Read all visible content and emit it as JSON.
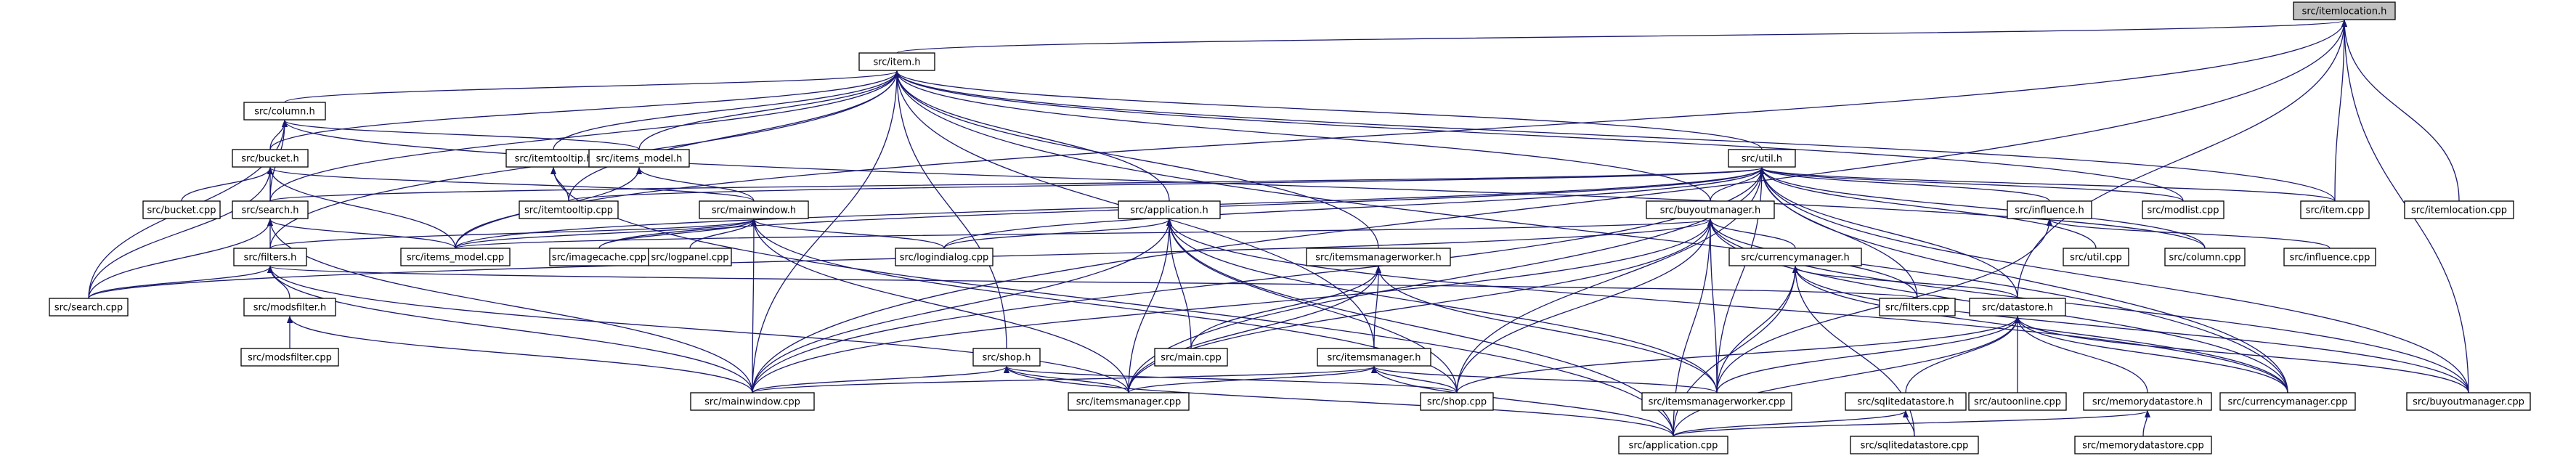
{
  "diagram": {
    "title": "",
    "colors": {
      "node_border": "#000000",
      "node_fill": "#ffffff",
      "root_fill": "#bfbfbf",
      "edge": "#191970"
    },
    "nodes": [
      {
        "id": "itemlocation_h",
        "label": "src/itemlocation.h",
        "root": true
      },
      {
        "id": "item_h",
        "label": "src/item.h"
      },
      {
        "id": "column_h",
        "label": "src/column.h"
      },
      {
        "id": "bucket_h",
        "label": "src/bucket.h"
      },
      {
        "id": "bucket_cpp",
        "label": "src/bucket.cpp"
      },
      {
        "id": "search_h",
        "label": "src/search.h"
      },
      {
        "id": "filters_h",
        "label": "src/filters.h"
      },
      {
        "id": "search_cpp",
        "label": "src/search.cpp"
      },
      {
        "id": "modsfilter_h",
        "label": "src/modsfilter.h"
      },
      {
        "id": "modsfilter_cpp",
        "label": "src/modsfilter.cpp"
      },
      {
        "id": "itemtooltip_h",
        "label": "src/itemtooltip.h"
      },
      {
        "id": "items_model_h",
        "label": "src/items_model.h"
      },
      {
        "id": "itemtooltip_cpp",
        "label": "src/itemtooltip.cpp"
      },
      {
        "id": "mainwindow_h",
        "label": "src/mainwindow.h"
      },
      {
        "id": "items_model_cpp",
        "label": "src/items_model.cpp"
      },
      {
        "id": "imagecache_cpp",
        "label": "src/imagecache.cpp"
      },
      {
        "id": "logpanel_cpp",
        "label": "src/logpanel.cpp"
      },
      {
        "id": "application_h",
        "label": "src/application.h"
      },
      {
        "id": "logindialog_cpp",
        "label": "src/logindialog.cpp"
      },
      {
        "id": "main_cpp",
        "label": "src/main.cpp"
      },
      {
        "id": "itemsmanagerworker_h",
        "label": "src/itemsmanagerworker.h"
      },
      {
        "id": "shop_h",
        "label": "src/shop.h"
      },
      {
        "id": "itemsmanager_h",
        "label": "src/itemsmanager.h"
      },
      {
        "id": "mainwindow_cpp",
        "label": "src/mainwindow.cpp"
      },
      {
        "id": "itemsmanager_cpp",
        "label": "src/itemsmanager.cpp"
      },
      {
        "id": "shop_cpp",
        "label": "src/shop.cpp"
      },
      {
        "id": "util_h",
        "label": "src/util.h"
      },
      {
        "id": "buyoutmanager_h",
        "label": "src/buyoutmanager.h"
      },
      {
        "id": "currencymanager_h",
        "label": "src/currencymanager.h"
      },
      {
        "id": "itemsmanagerworker_cpp",
        "label": "src/itemsmanagerworker.cpp"
      },
      {
        "id": "application_cpp",
        "label": "src/application.cpp"
      },
      {
        "id": "filters_cpp",
        "label": "src/filters.cpp"
      },
      {
        "id": "datastore_h",
        "label": "src/datastore.h"
      },
      {
        "id": "sqlitedatastore_h",
        "label": "src/sqlitedatastore.h"
      },
      {
        "id": "sqlitedatastore_cpp",
        "label": "src/sqlitedatastore.cpp"
      },
      {
        "id": "autoonline_cpp",
        "label": "src/autoonline.cpp"
      },
      {
        "id": "memorydatastore_h",
        "label": "src/memorydatastore.h"
      },
      {
        "id": "memorydatastore_cpp",
        "label": "src/memorydatastore.cpp"
      },
      {
        "id": "currencymanager_cpp",
        "label": "src/currencymanager.cpp"
      },
      {
        "id": "buyoutmanager_cpp",
        "label": "src/buyoutmanager.cpp"
      },
      {
        "id": "influence_h",
        "label": "src/influence.h"
      },
      {
        "id": "util_cpp",
        "label": "src/util.cpp"
      },
      {
        "id": "column_cpp",
        "label": "src/column.cpp"
      },
      {
        "id": "influence_cpp",
        "label": "src/influence.cpp"
      },
      {
        "id": "modlist_cpp",
        "label": "src/modlist.cpp"
      },
      {
        "id": "item_cpp",
        "label": "src/item.cpp"
      },
      {
        "id": "itemlocation_cpp",
        "label": "src/itemlocation.cpp"
      }
    ],
    "edges": [
      [
        "item_h",
        "itemlocation_h"
      ],
      [
        "item_cpp",
        "itemlocation_h"
      ],
      [
        "itemlocation_cpp",
        "itemlocation_h"
      ],
      [
        "mainwindow_cpp",
        "itemlocation_h"
      ],
      [
        "items_model_cpp",
        "itemlocation_h"
      ],
      [
        "buyoutmanager_cpp",
        "itemlocation_h"
      ],
      [
        "datastore_h",
        "itemlocation_h"
      ],
      [
        "column_h",
        "item_h"
      ],
      [
        "bucket_h",
        "item_h"
      ],
      [
        "search_h",
        "item_h"
      ],
      [
        "filters_h",
        "item_h"
      ],
      [
        "itemtooltip_h",
        "item_h"
      ],
      [
        "items_model_h",
        "item_h"
      ],
      [
        "itemtooltip_cpp",
        "item_h"
      ],
      [
        "application_h",
        "item_h"
      ],
      [
        "itemsmanagerworker_h",
        "item_h"
      ],
      [
        "shop_h",
        "item_h"
      ],
      [
        "itemsmanager_h",
        "item_h"
      ],
      [
        "buyoutmanager_h",
        "item_h"
      ],
      [
        "util_h",
        "item_h"
      ],
      [
        "modlist_cpp",
        "item_h"
      ],
      [
        "item_cpp",
        "item_h"
      ],
      [
        "mainwindow_cpp",
        "item_h"
      ],
      [
        "currencymanager_cpp",
        "item_h"
      ],
      [
        "bucket_h",
        "column_h"
      ],
      [
        "search_h",
        "column_h"
      ],
      [
        "search_cpp",
        "column_h"
      ],
      [
        "items_model_h",
        "column_h"
      ],
      [
        "column_cpp",
        "column_h"
      ],
      [
        "bucket_cpp",
        "bucket_h"
      ],
      [
        "search_h",
        "bucket_h"
      ],
      [
        "search_cpp",
        "bucket_h"
      ],
      [
        "items_model_cpp",
        "bucket_h"
      ],
      [
        "mainwindow_h",
        "bucket_h"
      ],
      [
        "filters_h",
        "search_h"
      ],
      [
        "items_model_cpp",
        "search_h"
      ],
      [
        "search_cpp",
        "search_h"
      ],
      [
        "mainwindow_cpp",
        "search_h"
      ],
      [
        "search_cpp",
        "filters_h"
      ],
      [
        "modsfilter_h",
        "filters_h"
      ],
      [
        "mainwindow_cpp",
        "filters_h"
      ],
      [
        "filters_cpp",
        "filters_h"
      ],
      [
        "itemsmanager_cpp",
        "filters_h"
      ],
      [
        "modsfilter_cpp",
        "modsfilter_h"
      ],
      [
        "mainwindow_cpp",
        "modsfilter_h"
      ],
      [
        "itemtooltip_cpp",
        "itemtooltip_h"
      ],
      [
        "application_cpp",
        "itemtooltip_h"
      ],
      [
        "mainwindow_h",
        "items_model_h"
      ],
      [
        "items_model_cpp",
        "items_model_h"
      ],
      [
        "items_model_cpp",
        "mainwindow_h"
      ],
      [
        "imagecache_cpp",
        "mainwindow_h"
      ],
      [
        "logpanel_cpp",
        "mainwindow_h"
      ],
      [
        "logindialog_cpp",
        "mainwindow_h"
      ],
      [
        "mainwindow_cpp",
        "mainwindow_h"
      ],
      [
        "itemsmanager_cpp",
        "mainwindow_h"
      ],
      [
        "shop_cpp",
        "mainwindow_h"
      ],
      [
        "filters_h",
        "mainwindow_h"
      ],
      [
        "logindialog_cpp",
        "application_h"
      ],
      [
        "main_cpp",
        "application_h"
      ],
      [
        "mainwindow_cpp",
        "application_h"
      ],
      [
        "itemsmanager_cpp",
        "application_h"
      ],
      [
        "shop_cpp",
        "application_h"
      ],
      [
        "application_cpp",
        "application_h"
      ],
      [
        "currencymanager_cpp",
        "application_h"
      ],
      [
        "itemsmanagerworker_cpp",
        "application_h"
      ],
      [
        "itemsmanager_h",
        "itemsmanagerworker_h"
      ],
      [
        "main_cpp",
        "itemsmanagerworker_h"
      ],
      [
        "itemsmanager_cpp",
        "itemsmanagerworker_h"
      ],
      [
        "itemsmanagerworker_cpp",
        "itemsmanagerworker_h"
      ],
      [
        "mainwindow_cpp",
        "shop_h"
      ],
      [
        "itemsmanager_cpp",
        "shop_h"
      ],
      [
        "shop_cpp",
        "shop_h"
      ],
      [
        "application_cpp",
        "shop_h"
      ],
      [
        "mainwindow_cpp",
        "itemsmanager_h"
      ],
      [
        "itemsmanager_cpp",
        "itemsmanager_h"
      ],
      [
        "shop_cpp",
        "itemsmanager_h"
      ],
      [
        "application_cpp",
        "itemsmanager_h"
      ],
      [
        "itemsmanagerworker_cpp",
        "itemsmanager_h"
      ],
      [
        "search_h",
        "util_h"
      ],
      [
        "items_model_cpp",
        "util_h"
      ],
      [
        "itemtooltip_cpp",
        "util_h"
      ],
      [
        "imagecache_cpp",
        "util_h"
      ],
      [
        "logindialog_cpp",
        "util_h"
      ],
      [
        "mainwindow_cpp",
        "util_h"
      ],
      [
        "itemsmanager_cpp",
        "util_h"
      ],
      [
        "shop_cpp",
        "util_h"
      ],
      [
        "buyoutmanager_h",
        "util_h"
      ],
      [
        "influence_h",
        "util_h"
      ],
      [
        "util_cpp",
        "util_h"
      ],
      [
        "column_cpp",
        "util_h"
      ],
      [
        "modlist_cpp",
        "util_h"
      ],
      [
        "item_cpp",
        "util_h"
      ],
      [
        "currencymanager_cpp",
        "util_h"
      ],
      [
        "buyoutmanager_cpp",
        "util_h"
      ],
      [
        "itemsmanagerworker_cpp",
        "util_h"
      ],
      [
        "filters_cpp",
        "util_h"
      ],
      [
        "datastore_h",
        "util_h"
      ],
      [
        "currencymanager_h",
        "buyoutmanager_h"
      ],
      [
        "mainwindow_cpp",
        "buyoutmanager_h"
      ],
      [
        "shop_cpp",
        "buyoutmanager_h"
      ],
      [
        "itemsmanager_cpp",
        "buyoutmanager_h"
      ],
      [
        "itemsmanagerworker_cpp",
        "buyoutmanager_h"
      ],
      [
        "application_cpp",
        "buyoutmanager_h"
      ],
      [
        "buyoutmanager_cpp",
        "buyoutmanager_h"
      ],
      [
        "items_model_cpp",
        "buyoutmanager_h"
      ],
      [
        "search_cpp",
        "buyoutmanager_h"
      ],
      [
        "filters_cpp",
        "buyoutmanager_h"
      ],
      [
        "currencymanager_cpp",
        "buyoutmanager_h"
      ],
      [
        "itemsmanagerworker_cpp",
        "currencymanager_h"
      ],
      [
        "application_cpp",
        "currencymanager_h"
      ],
      [
        "currencymanager_cpp",
        "currencymanager_h"
      ],
      [
        "sqlitedatastore_cpp",
        "currencymanager_h"
      ],
      [
        "buyoutmanager_cpp",
        "currencymanager_h"
      ],
      [
        "datastore_h",
        "currencymanager_h"
      ],
      [
        "shop_cpp",
        "datastore_h"
      ],
      [
        "itemsmanagerworker_cpp",
        "datastore_h"
      ],
      [
        "sqlitedatastore_h",
        "datastore_h"
      ],
      [
        "autoonline_cpp",
        "datastore_h"
      ],
      [
        "memorydatastore_h",
        "datastore_h"
      ],
      [
        "currencymanager_cpp",
        "datastore_h"
      ],
      [
        "buyoutmanager_cpp",
        "datastore_h"
      ],
      [
        "application_cpp",
        "datastore_h"
      ],
      [
        "application_cpp",
        "sqlitedatastore_h"
      ],
      [
        "sqlitedatastore_cpp",
        "sqlitedatastore_h"
      ],
      [
        "application_cpp",
        "memorydatastore_h"
      ],
      [
        "memorydatastore_cpp",
        "memorydatastore_h"
      ],
      [
        "influence_cpp",
        "influence_h"
      ],
      [
        "itemsmanagerworker_cpp",
        "influence_h"
      ]
    ]
  }
}
